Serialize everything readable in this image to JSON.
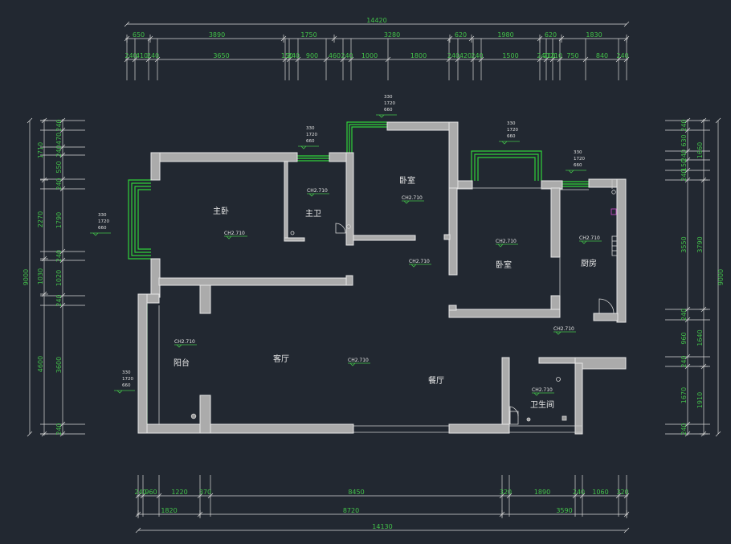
{
  "rooms": {
    "master_bedroom": "主卧",
    "master_bath": "主卫",
    "bedroom_north": "卧室",
    "bedroom_east": "卧室",
    "kitchen": "厨房",
    "balcony": "阳台",
    "living_room": "客厅",
    "dining_room": "餐厅",
    "bathroom": "卫生间"
  },
  "ceiling_label": "CH2.710",
  "window_tag": {
    "l1": "330",
    "l2": "1720",
    "l3": "660"
  },
  "dims": {
    "top_total": "14420",
    "top_row1": [
      "650",
      "3890",
      "1750",
      "3280",
      "620",
      "1980",
      "620",
      "1830"
    ],
    "top_row2": [
      "240",
      "410",
      "240",
      "3650",
      "150",
      "240",
      "900",
      "460",
      "240",
      "1000",
      "1800",
      "240",
      "420",
      "240",
      "1500",
      "240",
      "210",
      "210",
      "750",
      "840",
      "240"
    ],
    "bottom_row1": [
      "240",
      "960",
      "1220",
      "370",
      "8450",
      "320",
      "1890",
      "240",
      "1060",
      "320"
    ],
    "bottom_row2": [
      "1820",
      "8720",
      "3590"
    ],
    "bottom_total": "14130",
    "left_outer": "9000",
    "left_mid": [
      "1710",
      "2270",
      "1030",
      "4600"
    ],
    "left_inner": [
      "240",
      "470",
      "240",
      "550",
      "240",
      "1790",
      "240",
      "1020",
      "240",
      "3600",
      "240"
    ],
    "right_outer": "9000",
    "right_mid": [
      "1660",
      "3790",
      "1640",
      "1910"
    ],
    "right_inner": [
      "240",
      "630",
      "240",
      "150",
      "240",
      "3550",
      "240",
      "960",
      "240",
      "1670",
      "240"
    ]
  }
}
